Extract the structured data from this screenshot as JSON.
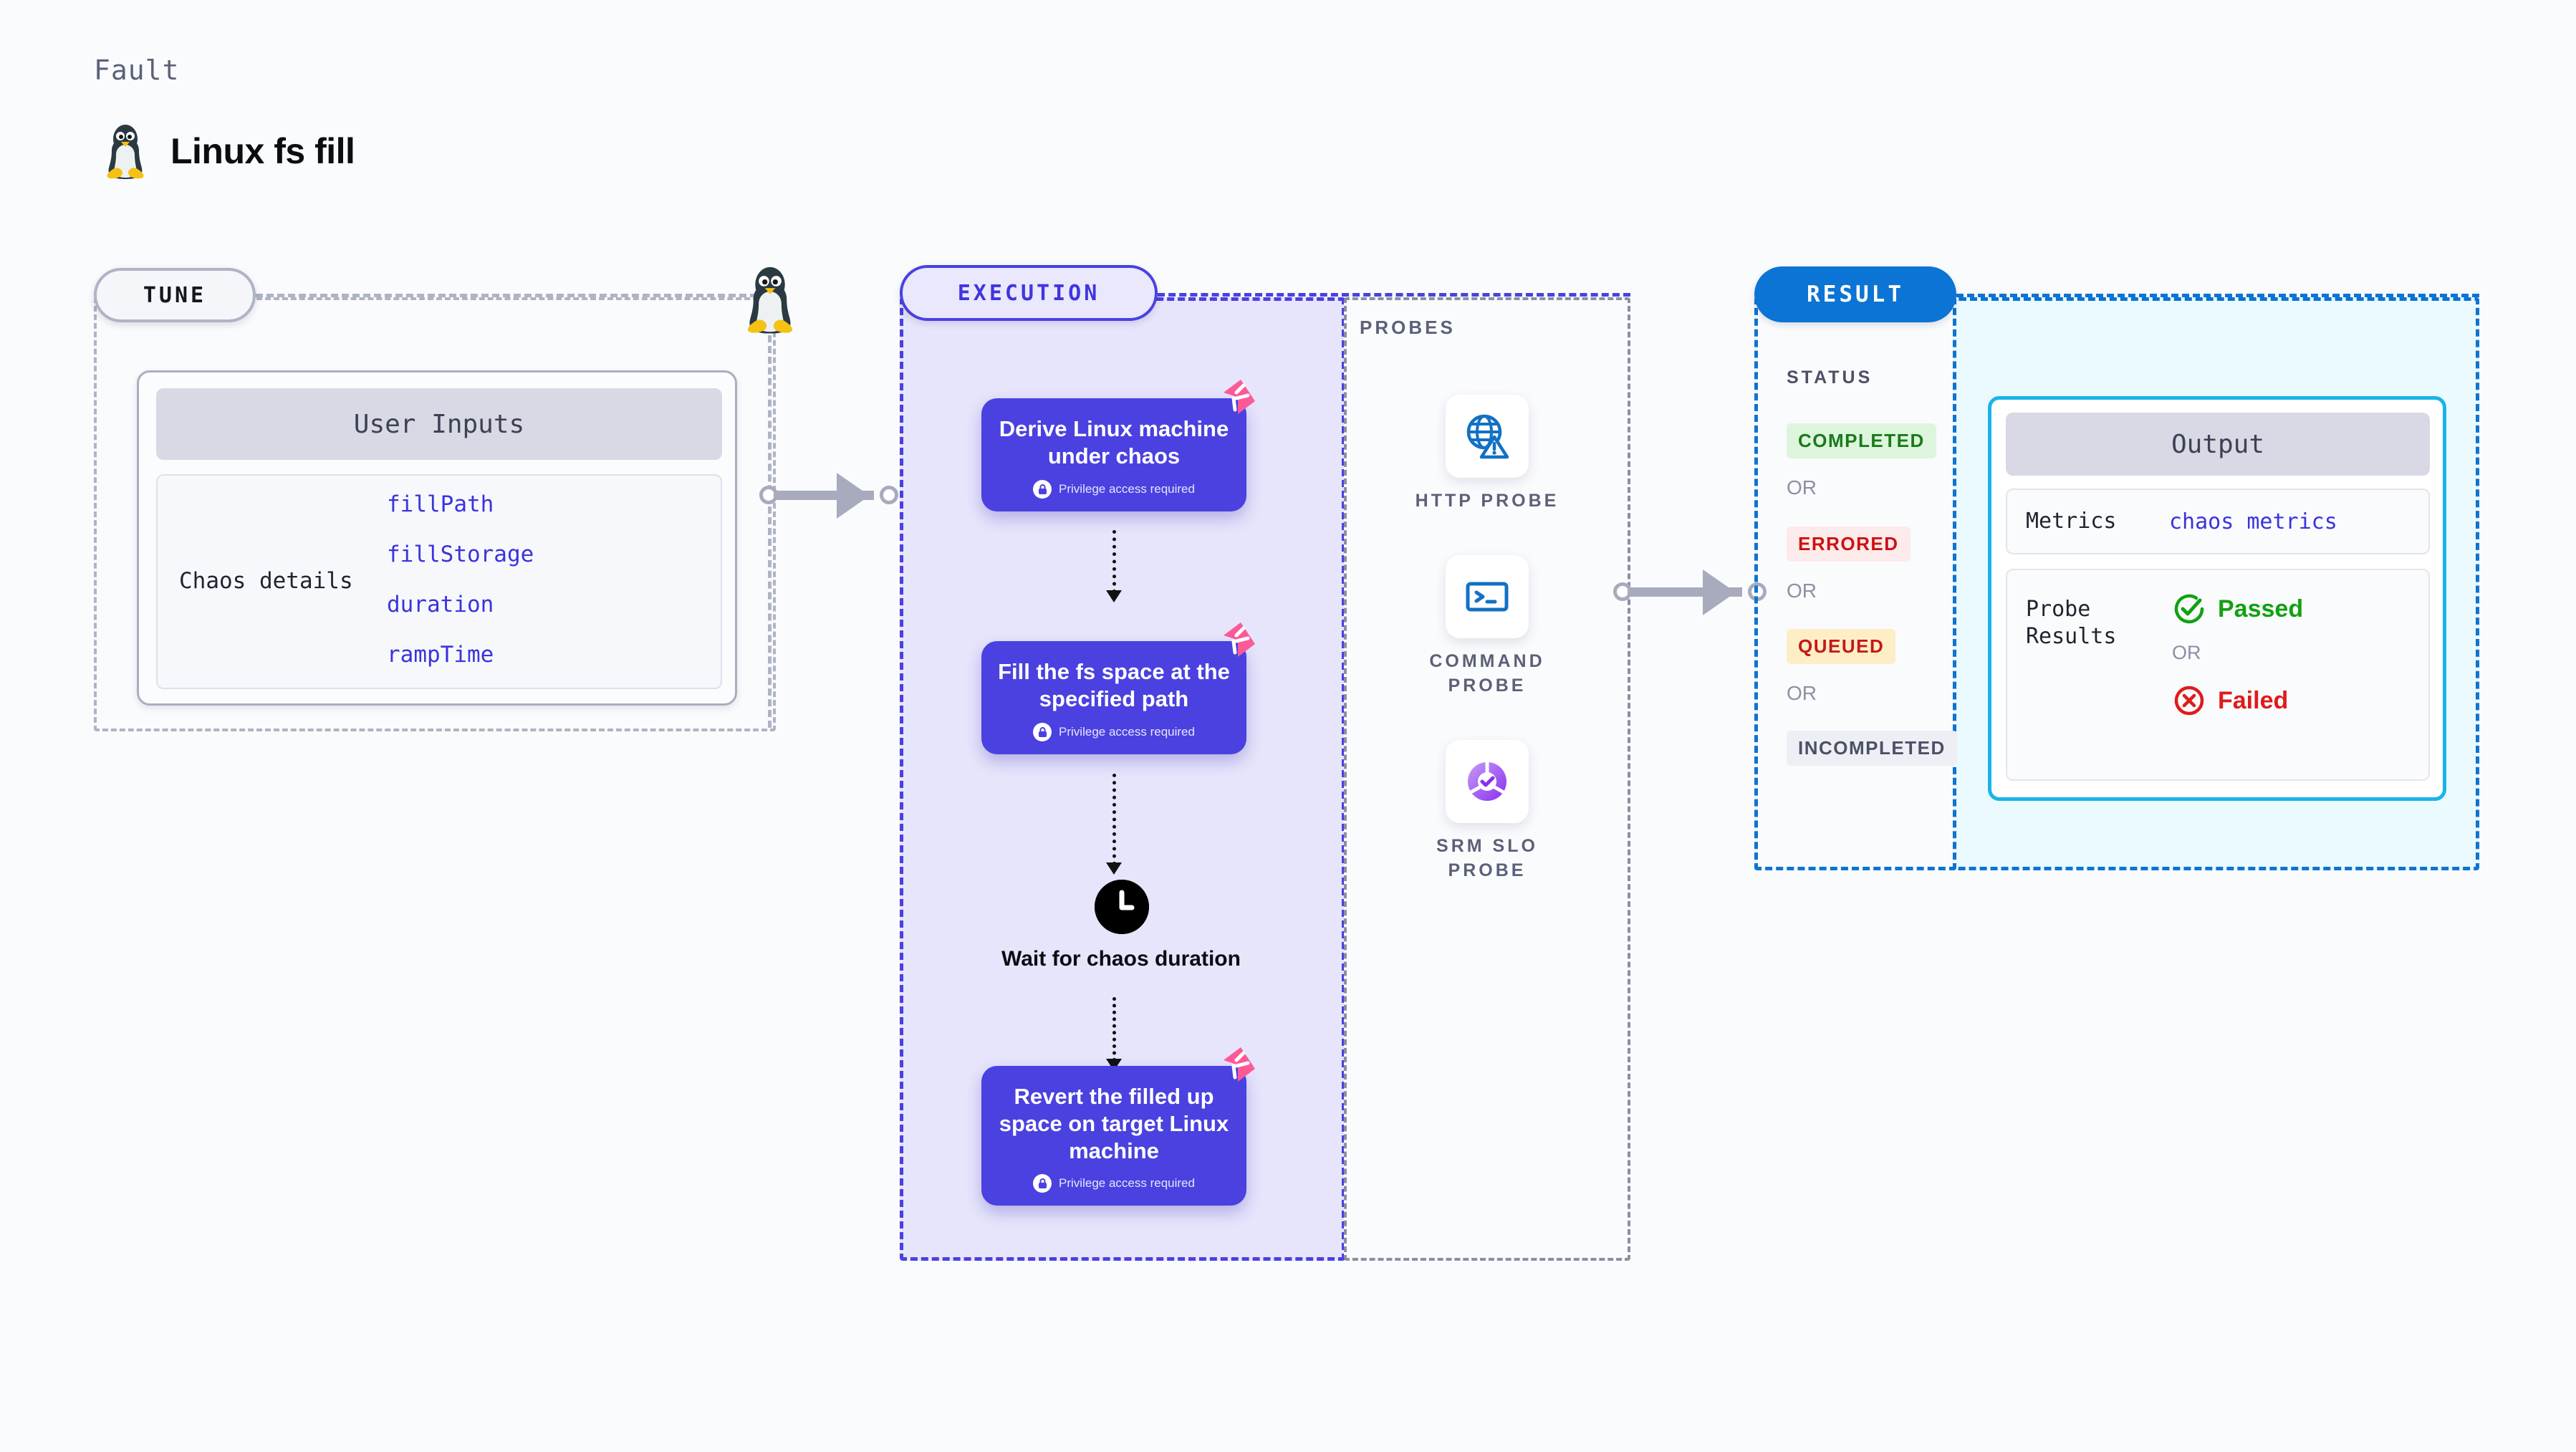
{
  "header": {
    "kicker": "Fault",
    "title": "Linux fs fill",
    "icon": "linux-penguin-icon"
  },
  "tune": {
    "pill_label": "TUNE",
    "card": {
      "header": "User Inputs",
      "section_label": "Chaos details",
      "params": [
        "fillPath",
        "fillStorage",
        "duration",
        "rampTime"
      ]
    }
  },
  "execution": {
    "pill_label": "EXECUTION",
    "privilege_note": "Privilege access required",
    "steps": [
      {
        "title": "Derive Linux machine under chaos",
        "privileged": true
      },
      {
        "title": "Fill the fs space at the specified path",
        "privileged": true
      }
    ],
    "wait": {
      "icon": "clock-icon",
      "label": "Wait for chaos duration"
    },
    "revert_step": {
      "title": "Revert the filled up space on target Linux machine",
      "privileged": true
    }
  },
  "probes": {
    "title": "PROBES",
    "items": [
      {
        "label": "HTTP PROBE",
        "icon": "globe-warning-icon"
      },
      {
        "label": "COMMAND PROBE",
        "icon": "terminal-icon"
      },
      {
        "label": "SRM SLO PROBE",
        "icon": "slo-donut-check-icon"
      }
    ]
  },
  "result": {
    "pill_label": "RESULT",
    "status_title": "STATUS",
    "or_label": "OR",
    "statuses": [
      {
        "label": "COMPLETED",
        "color": "#1a7a1a",
        "bg": "#ddf5dd"
      },
      {
        "label": "ERRORED",
        "color": "#cc1111",
        "bg": "#fdeaea"
      },
      {
        "label": "QUEUED",
        "color": "#c41818",
        "bg": "#fdeec6"
      },
      {
        "label": "INCOMPLETED",
        "color": "#4b5165",
        "bg": "#eeeff5"
      }
    ]
  },
  "output": {
    "header": "Output",
    "rows": [
      {
        "key": "Metrics",
        "value": "chaos metrics"
      },
      {
        "key": "Probe Results",
        "passed": "Passed",
        "or": "OR",
        "failed": "Failed"
      }
    ]
  },
  "colors": {
    "execution_accent": "#4a41e0",
    "result_accent": "#0b74d4",
    "output_accent": "#18b4e9",
    "tune_accent": "#aeb4c4",
    "chaos_flag": "#fb5a96",
    "passed": "#12a112",
    "failed": "#e01b1b"
  }
}
